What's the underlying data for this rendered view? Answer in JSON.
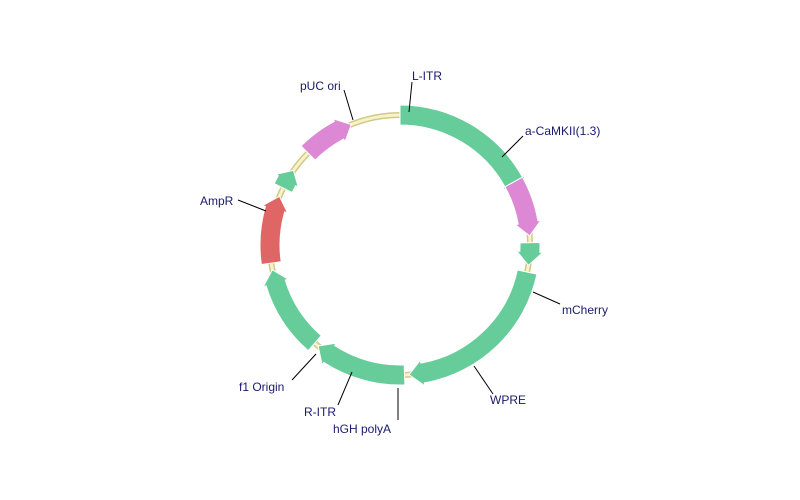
{
  "features": [
    {
      "name": "L-ITR",
      "label": "L-ITR",
      "start": 89,
      "end": 99,
      "color": "#66cc99"
    },
    {
      "name": "a-CaMKII(1.3)",
      "label": "a-CaMKII(1.3)",
      "start": 102,
      "end": 176,
      "color": "#66cc99"
    },
    {
      "name": "mCherry",
      "label": "mCherry",
      "start": 178,
      "end": 219,
      "color": "#66cc99"
    },
    {
      "name": "WPRE",
      "label": "WPRE",
      "start": 221,
      "end": 259,
      "color": "#66cc99"
    },
    {
      "name": "hGH polyA",
      "label": "hGH polyA",
      "start": 262,
      "end": 292,
      "color": "#e06666"
    },
    {
      "name": "R-ITR",
      "label": "R-ITR",
      "start": 296,
      "end": 305,
      "color": "#66cc99"
    },
    {
      "name": "f1 Origin",
      "label": "f1  Origin",
      "start": 315,
      "end": 338,
      "color": "#dd88d4"
    },
    {
      "name": "AmpR",
      "label": "AmpR",
      "start": 360,
      "end": 427,
      "color": "#66cc99"
    },
    {
      "name": "pUC ori",
      "label": "pUC ori",
      "start": 421,
      "end": 446,
      "color": "#dd88d4"
    }
  ]
}
